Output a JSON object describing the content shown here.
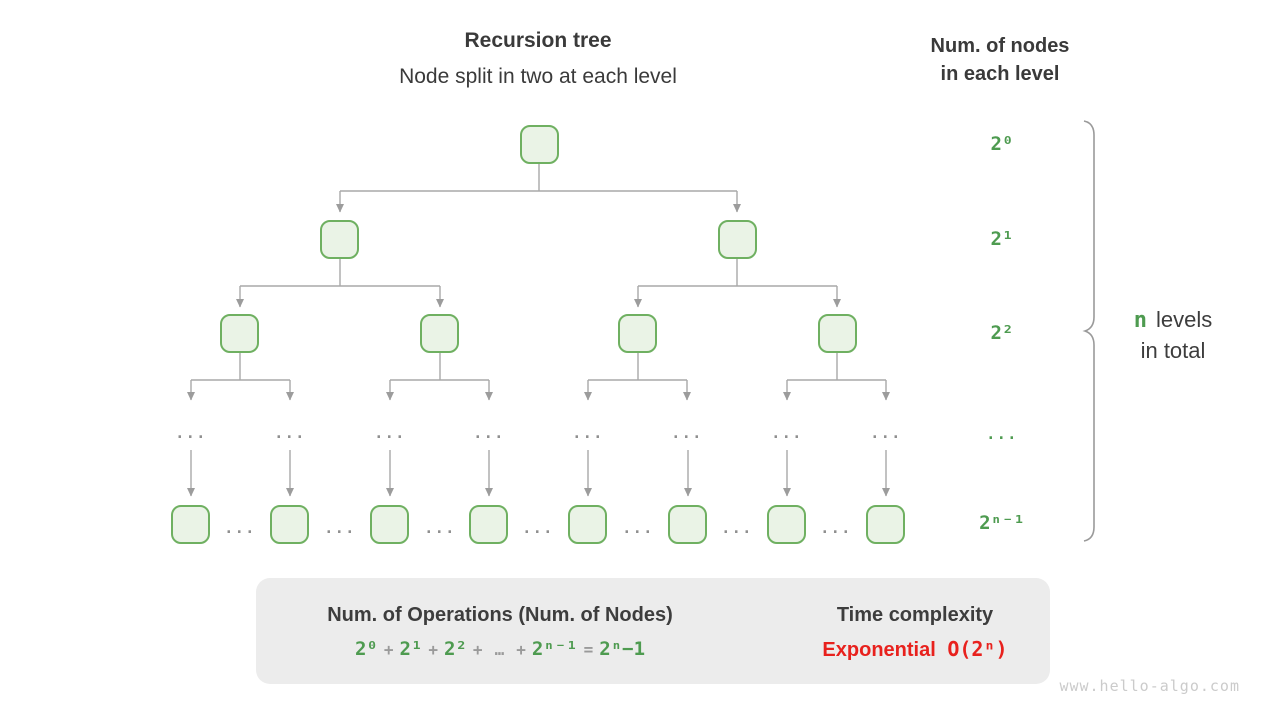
{
  "header": {
    "title": "Recursion tree",
    "subtitle": "Node split in two at each level"
  },
  "right_header": {
    "line1": "Num. of nodes",
    "line2": "in each level"
  },
  "levels": {
    "l0": "2⁰",
    "l1": "2¹",
    "l2": "2²",
    "l3": "...",
    "l4": "2ⁿ⁻¹"
  },
  "tree": {
    "ellipsis": "..."
  },
  "brace_label": {
    "n": "n",
    "rest": "levels",
    "line2": "in total"
  },
  "panel": {
    "title": "Num. of Operations (Num. of Nodes)",
    "formula": {
      "t0": "2⁰",
      "p1": "+",
      "t1": "2¹",
      "p2": "+",
      "t2": "2²",
      "p3": "+",
      "el": "…",
      "p4": "+",
      "tn": "2ⁿ⁻¹",
      "eq": "=",
      "res": "2ⁿ−1"
    },
    "right_title": "Time complexity",
    "complexity_label": "Exponential",
    "complexity_value": "O(2ⁿ)"
  },
  "watermark": "www.hello-algo.com",
  "colors": {
    "green": "#4e9b50",
    "node_fill": "#eaf3e6",
    "node_border": "#6fb061",
    "line_gray": "#a9a9a9",
    "dots_gray": "#8f8f8f",
    "panel_bg": "#ececec",
    "red": "#e8211d",
    "text_dark": "#3a3a3a",
    "watermark_gray": "#cbcbcb"
  }
}
